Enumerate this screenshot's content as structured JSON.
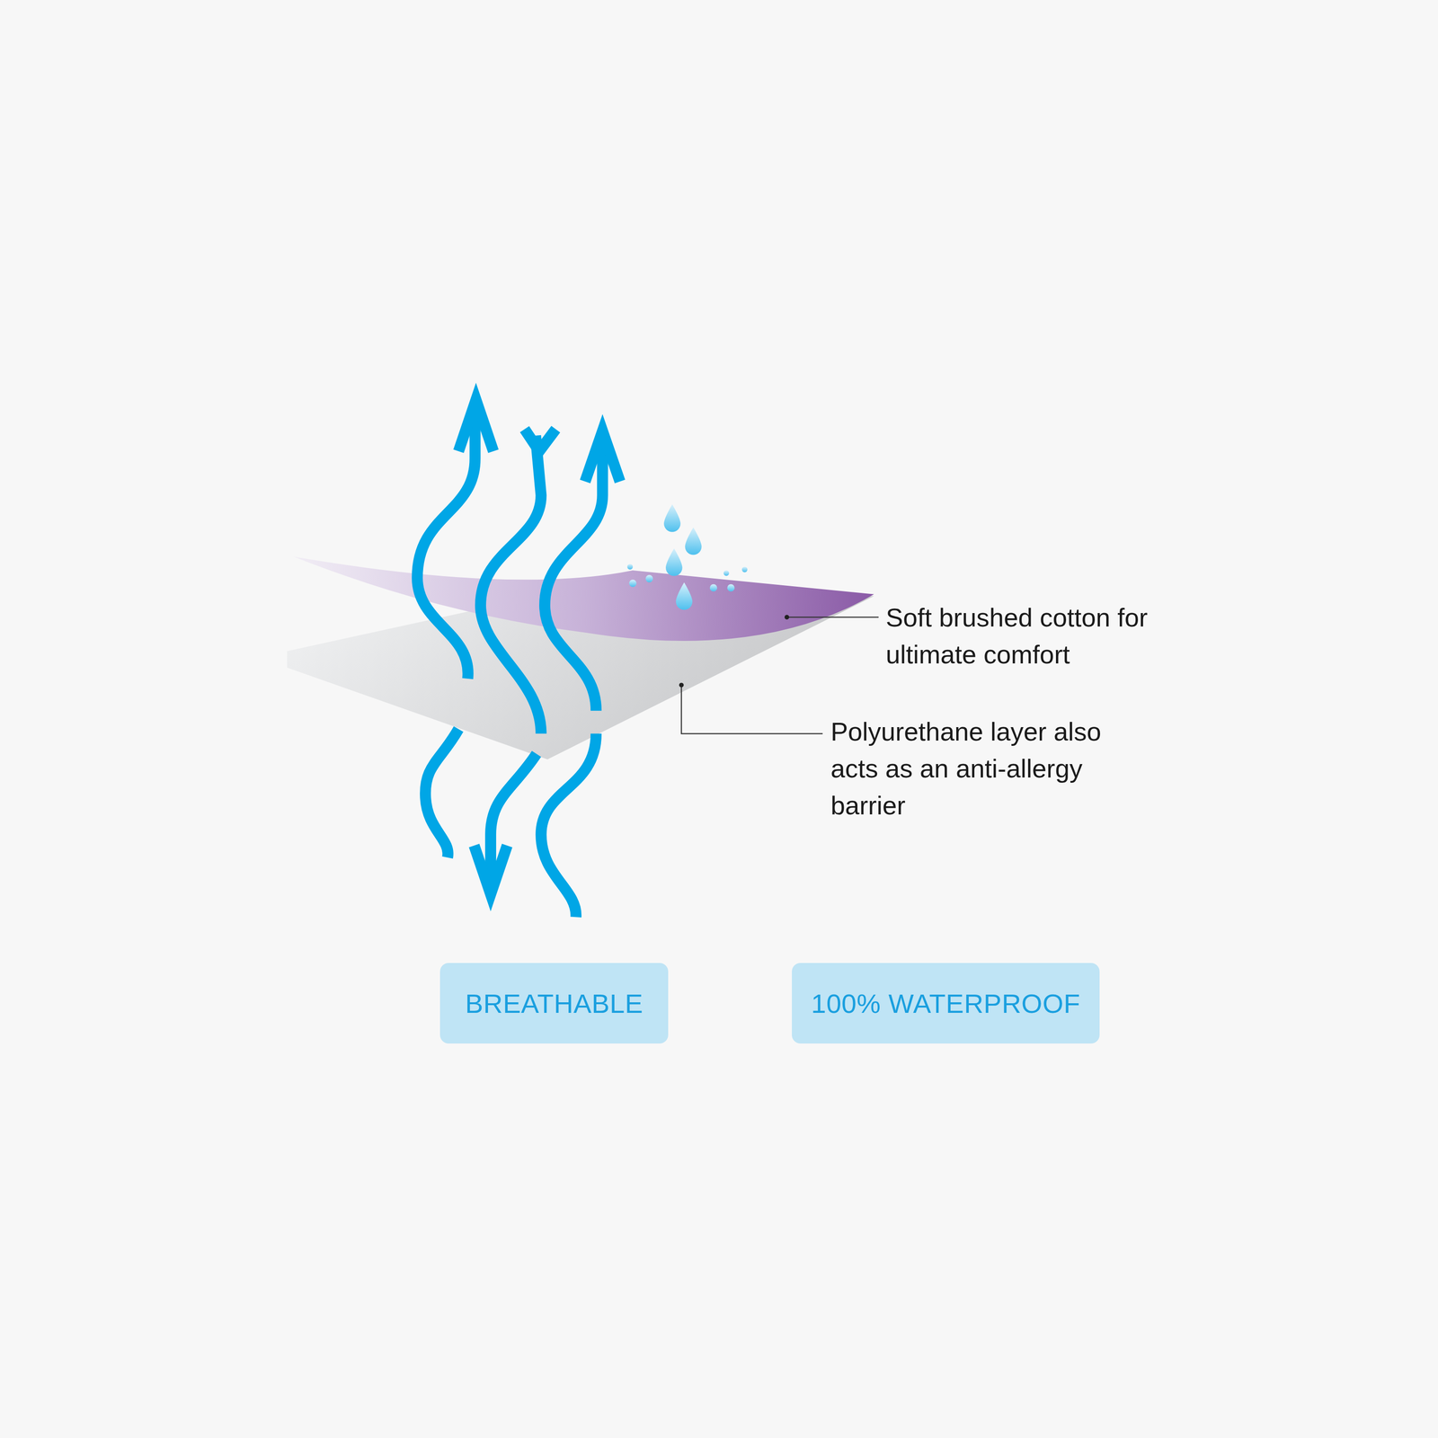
{
  "diagram": {
    "nodes": [
      {
        "text": [
          "BREATHABLE"
        ]
      },
      {
        "text": [
          "100% WATERPROOF"
        ]
      }
    ],
    "labels": [
      "Soft brushed cotton for ultimate comfort",
      "Polyurethane layer also acts as an anti-allergy barrier"
    ]
  }
}
